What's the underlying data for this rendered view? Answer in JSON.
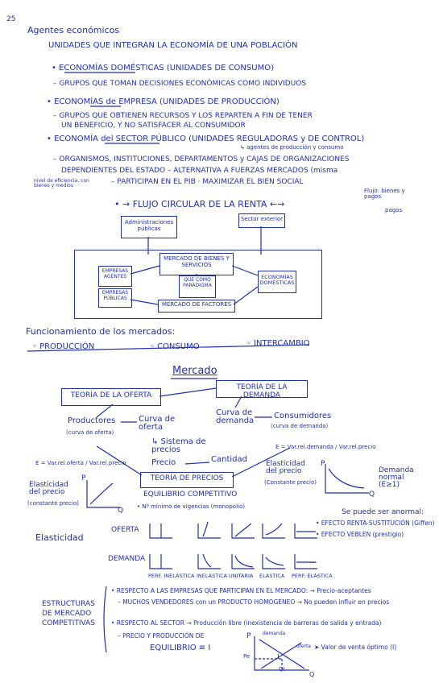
{
  "page_mark": "25",
  "header": {
    "title": "Agentes económicos",
    "subtitle": "UNIDADES QUE INTEGRAN LA ECONOMÍA DE UNA POBLACIÓN"
  },
  "agents": [
    {
      "title": "• ECONOMÍAS DOMÉSTICAS (UNIDADES DE CONSUMO)",
      "lines": [
        "– GRUPOS QUE TOMAN DECISIONES ECONÓMICAS COMO INDIVIDUOS"
      ]
    },
    {
      "title": "• ECONOMÍAS de EMPRESA (UNIDADES DE PRODUCCIÓN)",
      "lines": [
        "– GRUPOS QUE OBTIENEN RECURSOS Y LOS REPARTEN A FIN DE TENER",
        "UN BENEFICIO, Y NO SATISFACER AL CONSUMIDOR"
      ]
    },
    {
      "title": "• ECONOMÍA del SECTOR PÚBLICO (UNIDADES REGULADORAS y DE CONTROL)",
      "note": "↳ agentes de producción y consumo",
      "lines": [
        "– ORGANISMOS, INSTITUCIONES, DEPARTAMENTOS y CAJAS DE ORGANIZACIONES",
        "DEPENDIENTES DEL ESTADO – ALTERNATIVA A FUERZAS MERCADOS (misma",
        "– PARTICIPAN EN EL PIB · MAXIMIZAR EL BIEN SOCIAL"
      ],
      "side_note": "nivel de eficiencia, con bienes y medios"
    }
  ],
  "circular_flow": {
    "title": "• → FLUJO CIRCULAR DE LA RENTA ←→",
    "flows_note": [
      "Flujo: bienes y pagos",
      "pagos"
    ],
    "admin": "Administraciones públicas",
    "exterior": "Sector exterior",
    "goods_market": "MERCADO DE BIENES Y SERVICIOS",
    "empresas": "EMPRESAS AGENTES",
    "empresas2": "EMPRESAS PÚBLICAS",
    "center": "QUE COMO PARADIGMA",
    "households": "ECONOMÍAS DOMÉSTICAS",
    "factors": "MERCADO DE FACTORES"
  },
  "markets": {
    "heading": "Funcionamiento de los mercados:",
    "items": [
      "◦ PRODUCCIÓN",
      "◦ CONSUMO",
      "◦ INTERCAMBIO"
    ],
    "mercado": "Mercado",
    "supply_theory": "TEORÍA DE LA OFERTA",
    "demand_theory": "TEORÍA DE LA DEMANDA",
    "producers": "Productores",
    "producers_note": "(curva de oferta)",
    "supply_curve": "Curva de oferta",
    "demand_curve": "Curva de demanda",
    "consumers": "Consumidores",
    "consumers_note": "(curva de demanda)",
    "price_system": "↳ Sistema de precios",
    "price": "Precio",
    "quantity": "Cantidad",
    "price_theory": "TEORÍA DE PRECIOS",
    "equilibrium": "EQUILIBRIO COMPETITIVO",
    "equilibrium_note": "• Nº mínimo de vigencias (monopolio)",
    "e_supply": "E = Var.rel.oferta / Var.rel.precio",
    "e_demand": "E = Var.rel.demanda / Var.rel.precio",
    "elast_price": "Elasticidad del precio",
    "elast_price_note": "(constante precio)",
    "elast_price2": "Elasticidad del precio",
    "elast_price2_note": "(Constante precio)",
    "demand_normal": "Demanda normal (E≥1)",
    "exceptions": "Se puede ser anormal:",
    "exc1": "• EFECTO RENTA-SUSTITUCIÓN (Giffen)",
    "exc2": "• EFECTO VEBLEN (prestigio)",
    "axis_p": "P",
    "axis_q": "Q"
  },
  "elasticity": {
    "label": "Elasticidad",
    "rows": [
      "OFERTA",
      "DEMANDA"
    ],
    "columns": [
      "PERF. INELÁSTICA",
      "INELÁSTICA",
      "UNITARIA",
      "ELÁSTICA",
      "PERF. ELÁSTICA"
    ],
    "ellipsis": "..."
  },
  "structures": {
    "label": [
      "ESTRUCTURAS",
      "DE MERCADO",
      "COMPETITIVAS"
    ],
    "line1": "• RESPECTO A LAS EMPRESAS QUE PARTICIPAN EN EL MERCADO: → Precio-aceptantes",
    "line2": "– MUCHOS VENDEDORES con un PRODUCTO HOMOGÉNEO → No pueden influir en precios",
    "line3": "• RESPECTO AL SECTOR → Producción libre (inexistencia de barreras de salida y entrada)",
    "line4": "– PRECIO Y PRODUCCIÓN DE",
    "line5": "EQUILIBRIO ≡ I",
    "graph_p": "P",
    "graph_demand": "demanda",
    "graph_pe": "Pe",
    "graph_i": "I",
    "graph_qi": "QI",
    "graph_q": "Q",
    "graph_offer": "oferta",
    "final": "➤ Valor de venta óptimo (I)"
  },
  "colors": {
    "ink": "#1f2fb5",
    "paper": "#ffffff"
  }
}
